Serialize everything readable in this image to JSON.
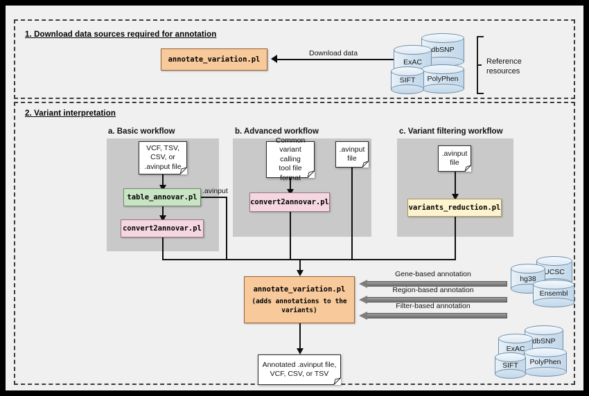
{
  "figure": {
    "sections": [
      {
        "id": "download",
        "title": "1. Download data sources required for annotation"
      },
      {
        "id": "interpretation",
        "title": "2. Variant interpretation"
      }
    ]
  },
  "section1": {
    "process": {
      "label": "annotate_variation.pl"
    },
    "edge_label": "Download data",
    "bracket_label": "Reference\nresources",
    "bracket_label_line1": "Reference",
    "bracket_label_line2": "resources",
    "databases": [
      {
        "name": "dbSNP"
      },
      {
        "name": "ExAC"
      },
      {
        "name": "PolyPhen"
      },
      {
        "name": "SIFT"
      }
    ]
  },
  "workflows": [
    {
      "id": "basic",
      "title": "a. Basic workflow",
      "input_note": "VCF, TSV,\nCSV, or\n.avinput file",
      "input_note_lines": [
        "VCF, TSV,",
        "CSV, or",
        ".avinput file"
      ],
      "steps": [
        {
          "label": "table_annovar.pl",
          "color": "green"
        },
        {
          "label": "convert2annovar.pl",
          "color": "pink"
        }
      ],
      "branch_label": ".avinput"
    },
    {
      "id": "advanced",
      "title": "b. Advanced workflow",
      "input_note_lines": [
        "Common",
        "variant calling",
        "tool file",
        "format"
      ],
      "secondary_note_lines": [
        ".avinput",
        "file"
      ],
      "steps": [
        {
          "label": "convert2annovar.pl",
          "color": "pink"
        }
      ]
    },
    {
      "id": "filtering",
      "title": "c. Variant filtering workflow",
      "input_note_lines": [
        ".avinput",
        "file"
      ],
      "steps": [
        {
          "label": "variants_reduction.pl",
          "color": "cream"
        }
      ]
    }
  ],
  "central": {
    "label": "annotate_variation.pl",
    "sublabel_lines": [
      "(adds annotations to the",
      "variants)"
    ]
  },
  "annotation_arrows": [
    {
      "label": "Gene-based annotation"
    },
    {
      "label": "Region-based annotation"
    },
    {
      "label": "Filter-based annotation"
    }
  ],
  "reference_groups": [
    {
      "id": "genome-builds",
      "databases": [
        {
          "name": "UCSC"
        },
        {
          "name": "hg38"
        },
        {
          "name": "Ensembl"
        }
      ]
    },
    {
      "id": "variant-dbs",
      "databases": [
        {
          "name": "dbSNP"
        },
        {
          "name": "ExAC"
        },
        {
          "name": "PolyPhen"
        },
        {
          "name": "SIFT"
        }
      ]
    }
  ],
  "output": {
    "lines": [
      "Annotated .avinput file,",
      "VCF, CSV, or TSV"
    ]
  },
  "colors": {
    "orange": "#f7c99b",
    "green": "#c9e4c4",
    "pink": "#f5d7e2",
    "cream": "#fdf3cf",
    "panel_gray": "#c9c9c9",
    "background": "#f0f0f0",
    "cylinder": "#d3e3f0",
    "arrow_gray": "#7d7d7d"
  }
}
